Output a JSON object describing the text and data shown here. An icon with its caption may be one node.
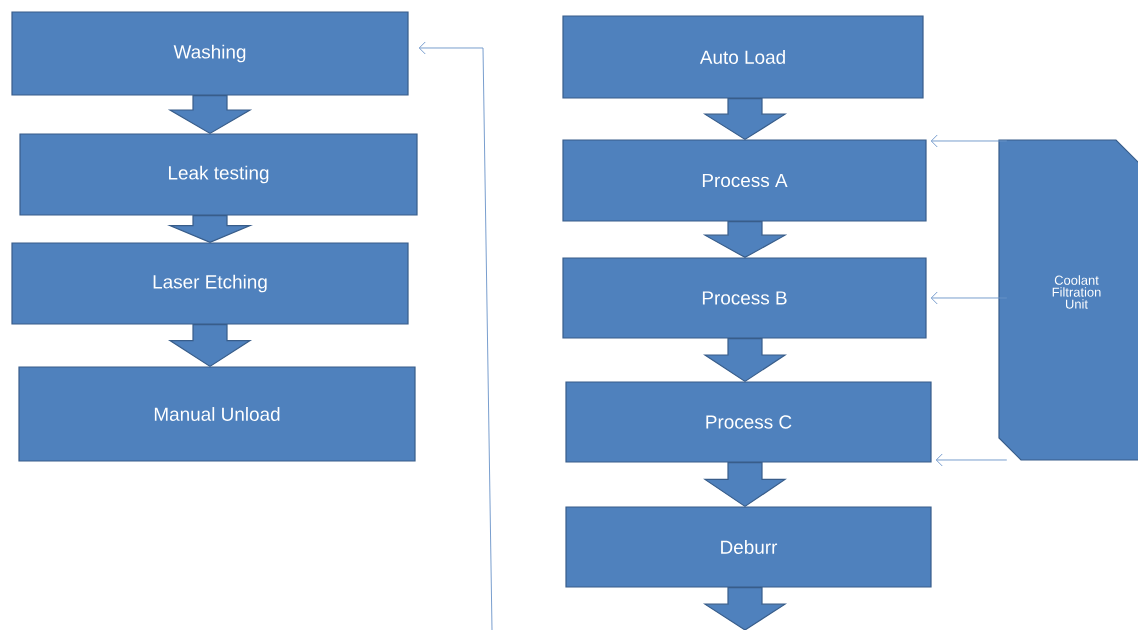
{
  "diagram": {
    "nodes": [
      {
        "text": [
          "Washing"
        ]
      },
      {
        "text": [
          "Leak testing"
        ]
      },
      {
        "text": [
          "Laser Etching"
        ]
      },
      {
        "text": [
          "Manual Unload"
        ]
      },
      {
        "text": [
          "Auto Load"
        ]
      },
      {
        "text": [
          "Process A"
        ]
      },
      {
        "text": [
          "Process  B"
        ]
      },
      {
        "text": [
          "Process  C"
        ]
      },
      {
        "text": [
          "Deburr"
        ]
      },
      {
        "text": [
          "Coolant Filtration Unit"
        ]
      }
    ],
    "edges": [
      {
        "from": 0,
        "to": 1,
        "arrow": "to",
        "style": "thick"
      },
      {
        "from": 1,
        "to": 2,
        "arrow": "to",
        "style": "thick"
      },
      {
        "from": 2,
        "to": 3,
        "arrow": "to",
        "style": "thick"
      },
      {
        "from": 4,
        "to": 5,
        "arrow": "to",
        "style": "thick"
      },
      {
        "from": 5,
        "to": 6,
        "arrow": "to",
        "style": "thick"
      },
      {
        "from": 6,
        "to": 7,
        "arrow": "to",
        "style": "thick"
      },
      {
        "from": 7,
        "to": 8,
        "arrow": "to",
        "style": "thick"
      },
      {
        "from": 8,
        "to": null,
        "arrow": "to",
        "style": "thick"
      },
      {
        "from": null,
        "to": 0,
        "arrow": "to"
      },
      {
        "from": 9,
        "to": 5,
        "arrow": "to"
      },
      {
        "from": 9,
        "to": 6,
        "arrow": "to"
      },
      {
        "from": 9,
        "to": 7,
        "arrow": "to"
      }
    ]
  }
}
